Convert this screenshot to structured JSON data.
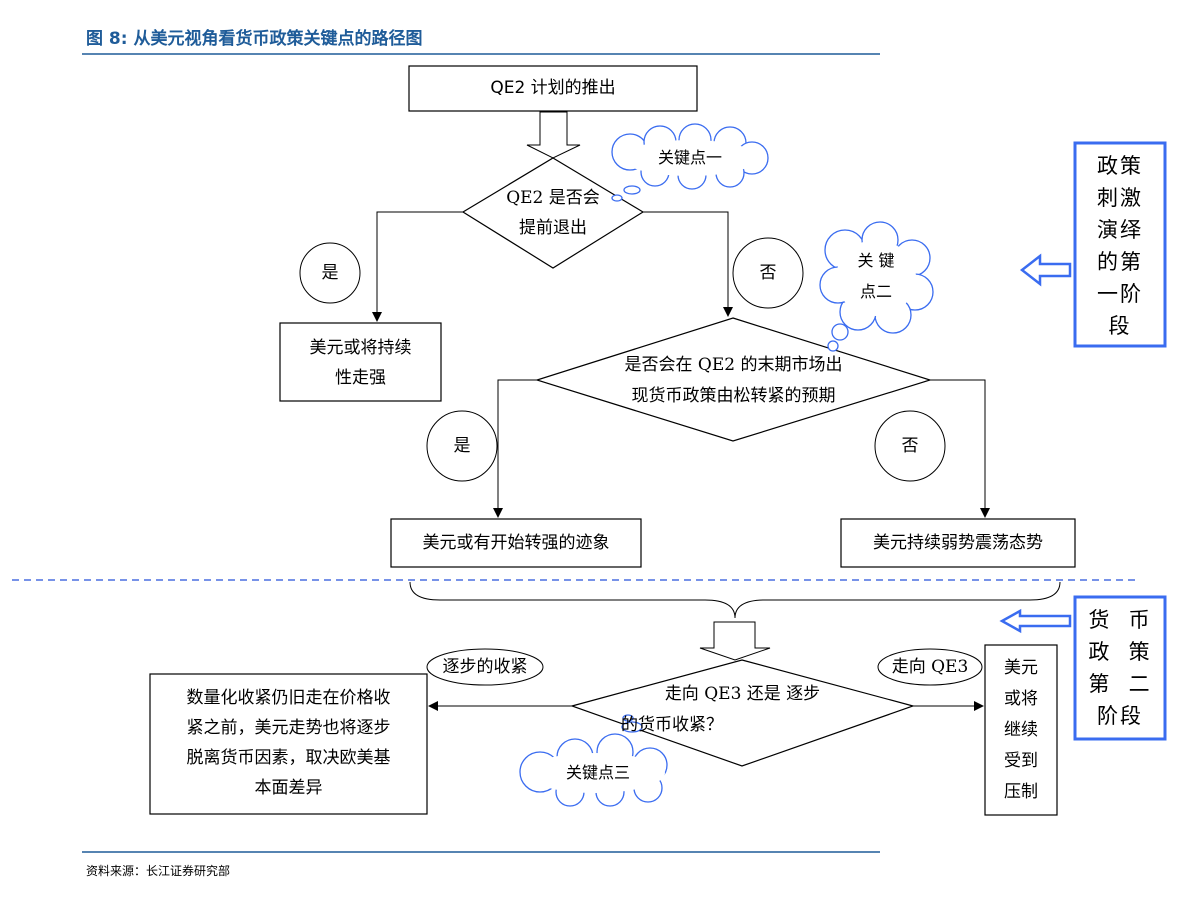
{
  "figure_title": "图 8:  从美元视角看货币政策关键点的路径图",
  "source": "资料来源：长江证券研究部",
  "nodes": {
    "start": "QE2 计划的推出",
    "decision1": [
      "QE2 是否会",
      "提前退出"
    ],
    "yes1": "是",
    "no1": "否",
    "outcome1": [
      "美元或将持续",
      "性走强"
    ],
    "decision2": [
      "是否会在  QE2  的末期市场出",
      "现货币政策由松转紧的预期"
    ],
    "yes2": "是",
    "no2": "否",
    "outcome2": "美元或有开始转强的迹象",
    "outcome3": "美元持续弱势震荡态势",
    "decision3": [
      "走向  QE3  还是  逐步",
      "的货币收紧？"
    ],
    "left_label": "逐步的收紧",
    "right_label": "走向 QE3",
    "outcome4": [
      "数量化收紧仍旧走在价格收",
      "紧之前，美元走势也将逐步",
      "脱离货币因素，取决欧美基",
      "本面差异"
    ],
    "outcome5": [
      "美元",
      "或将",
      "继续",
      "受到",
      "压制"
    ]
  },
  "keypoints": {
    "k1": "关键点一",
    "k2": [
      "关  键",
      "点二"
    ],
    "k3": "关键点三"
  },
  "stages": {
    "stage1": [
      "政策",
      "刺激",
      "演绎",
      "的第",
      "一阶",
      "段"
    ],
    "stage2": [
      "货  币",
      "政  策",
      "第  二",
      "阶段"
    ]
  },
  "colors": {
    "title": "#1f5c99",
    "accent": "#3a6cf0",
    "rule": "#1f5c99"
  }
}
